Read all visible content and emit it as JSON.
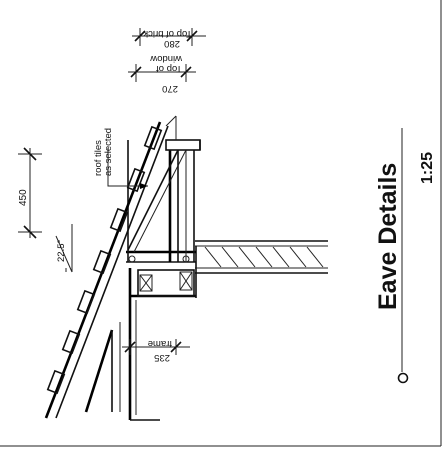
{
  "drawing": {
    "title": "Eave Details",
    "scale": "1:25",
    "labels": {
      "roof_tiles_line1": "roof tiles",
      "roof_tiles_line2": "as selected",
      "top_of_brick_label": "Top of brick",
      "top_of_brick_value": "280",
      "top_of_window_line1": "Top of",
      "top_of_window_line2": "window",
      "top_of_window_value": "270",
      "frame_label": "frame",
      "frame_value": "235",
      "eave_dimension": "450",
      "roof_pitch": "22.5°"
    }
  }
}
